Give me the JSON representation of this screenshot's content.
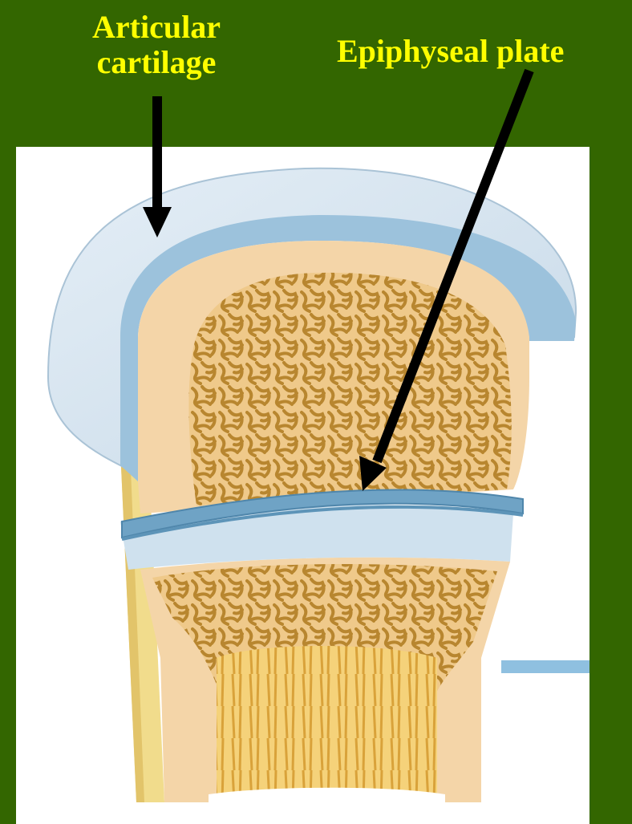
{
  "labels": {
    "articular_cartilage": [
      "Articular",
      "cartilage"
    ],
    "epiphyseal_plate": "Epiphyseal plate"
  },
  "colors": {
    "background": "#336600",
    "label_text": "#ffff00",
    "panel": "#ffffff",
    "cartilage": "#c9dcea",
    "cartilage_edge": "#8fb6d0",
    "compact_bone": "#f2d3a4",
    "spongy_bone": "#c99e45",
    "periosteum": "#f3e29a",
    "growth_plate": "#7fb0cc",
    "marrow": "#e8b95a",
    "arrow": "#000000"
  }
}
